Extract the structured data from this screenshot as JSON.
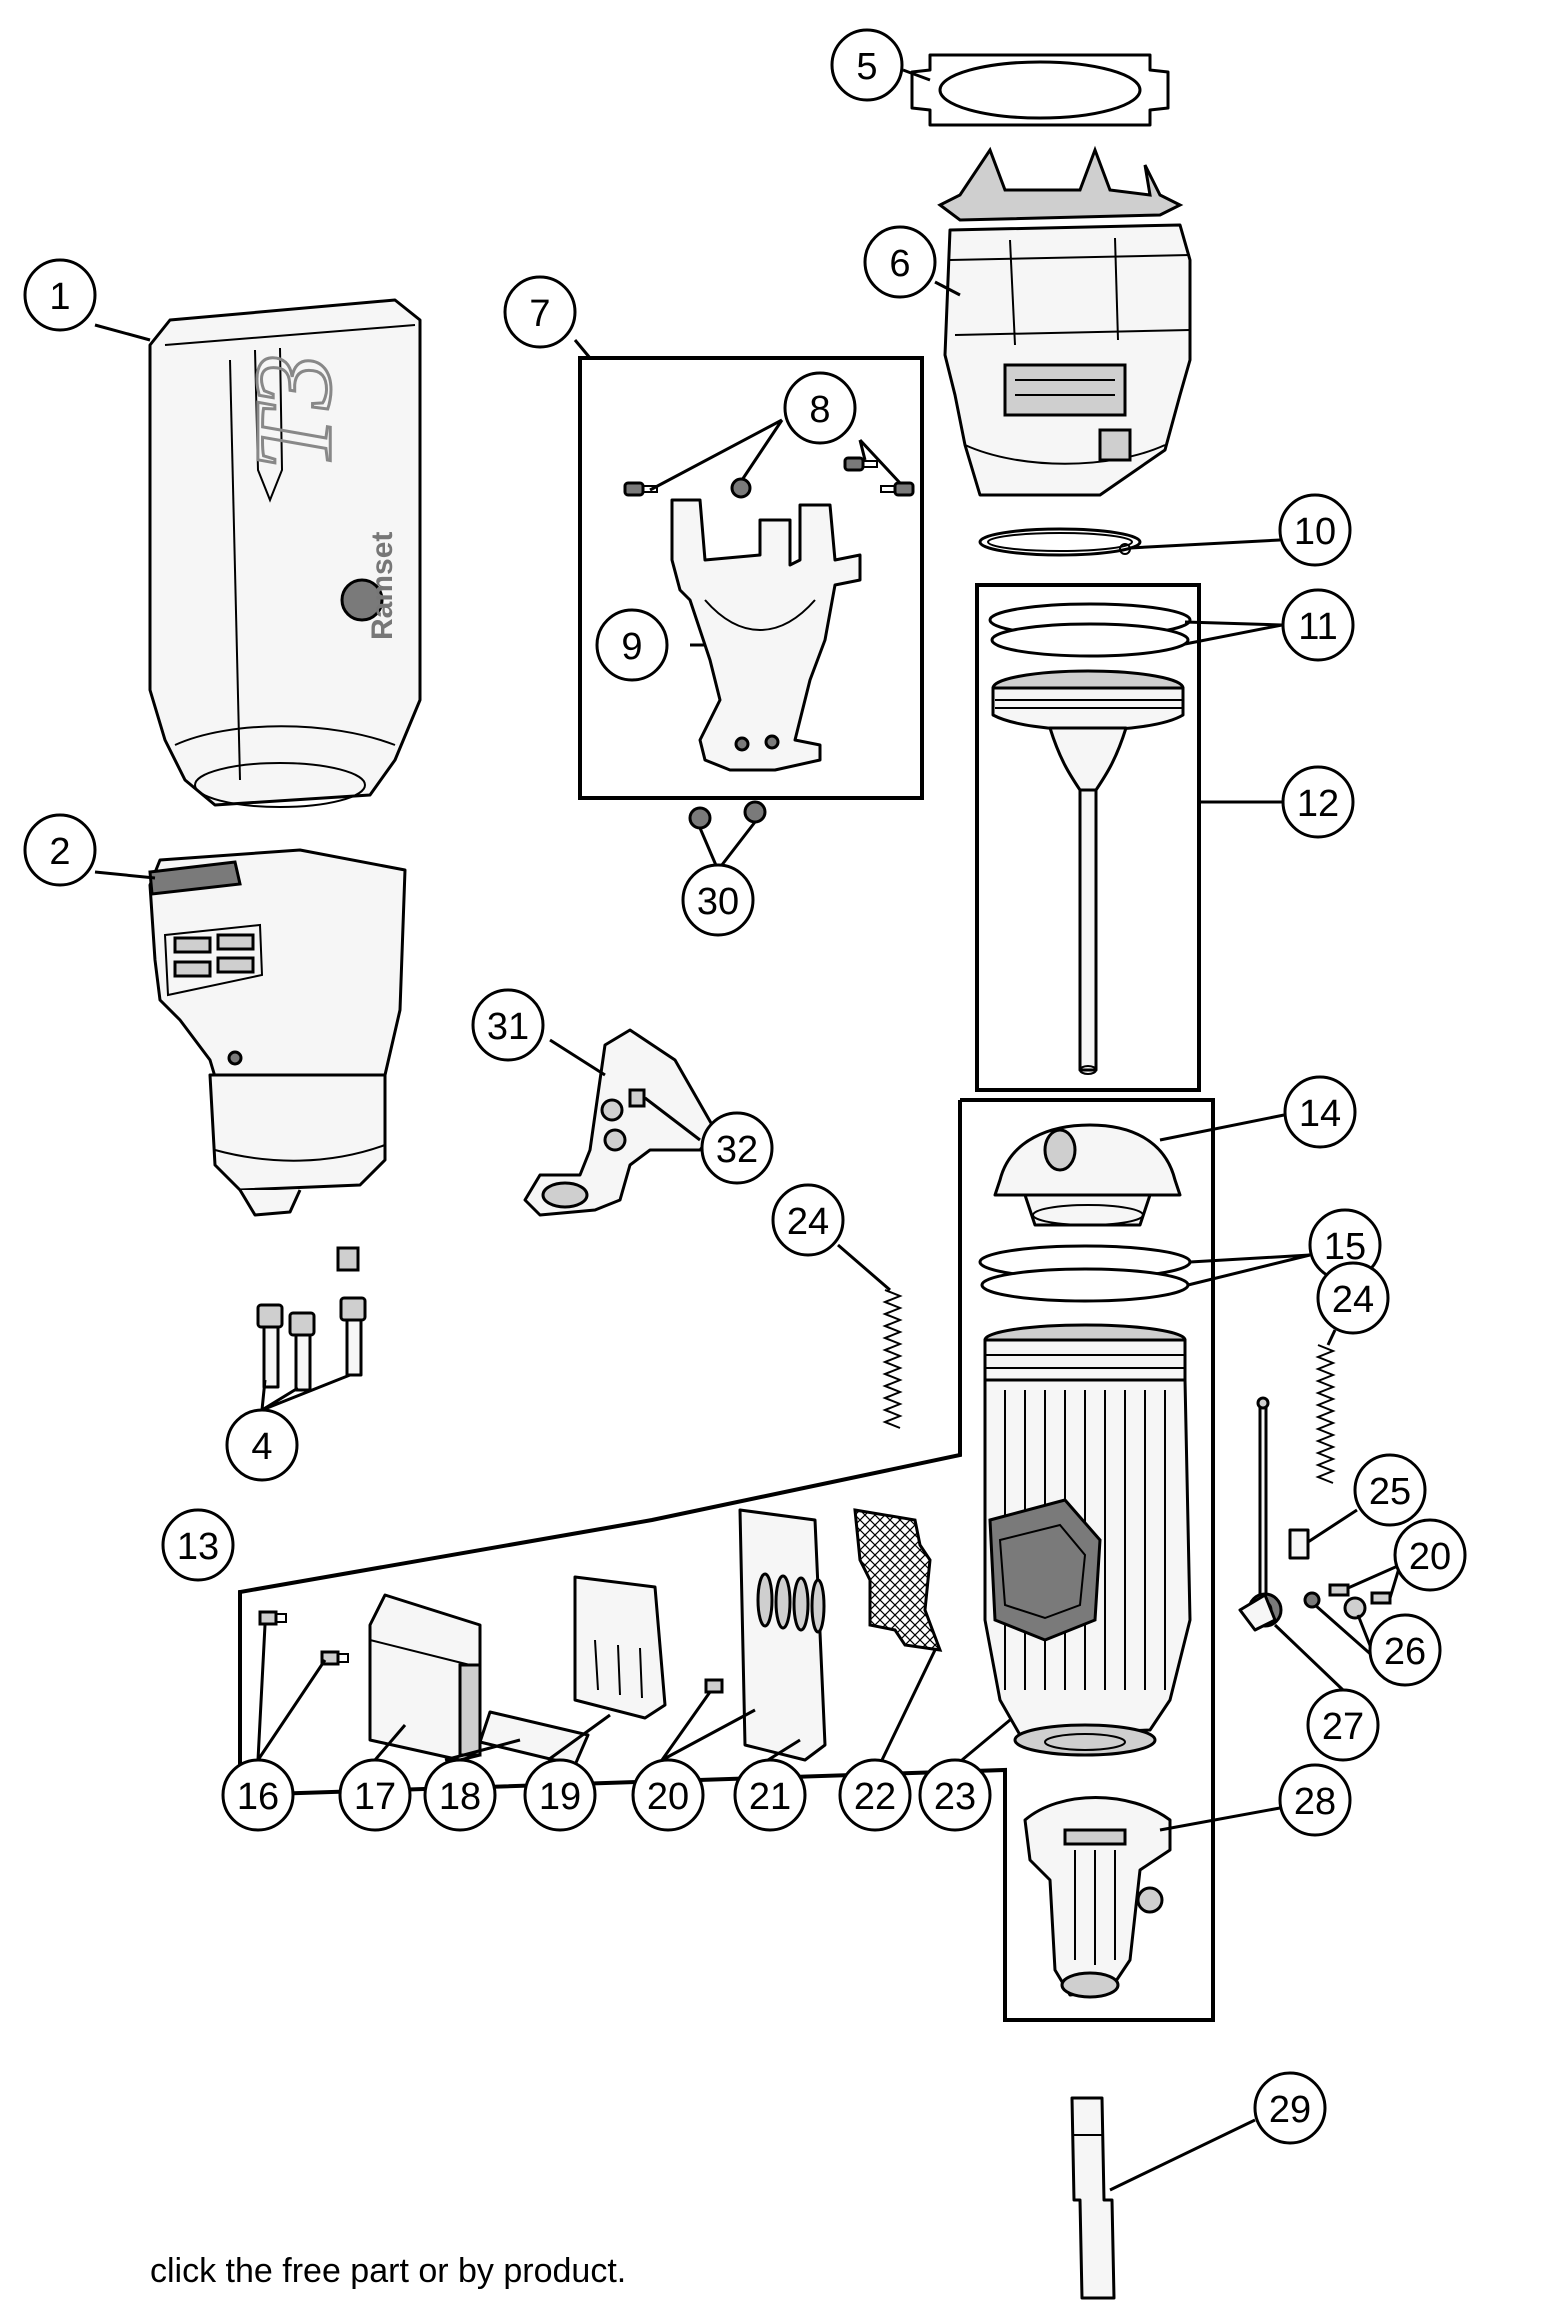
{
  "diagram": {
    "callouts": [
      "1",
      "2",
      "4",
      "5",
      "6",
      "7",
      "8",
      "9",
      "10",
      "11",
      "12",
      "13",
      "14",
      "15",
      "16",
      "17",
      "18",
      "19",
      "20",
      "21",
      "22",
      "23",
      "24",
      "25",
      "26",
      "27",
      "28",
      "29",
      "30",
      "31",
      "32"
    ],
    "brand_name": "Ramset",
    "brand_model": "T3"
  },
  "caption": "click the free part or by product."
}
